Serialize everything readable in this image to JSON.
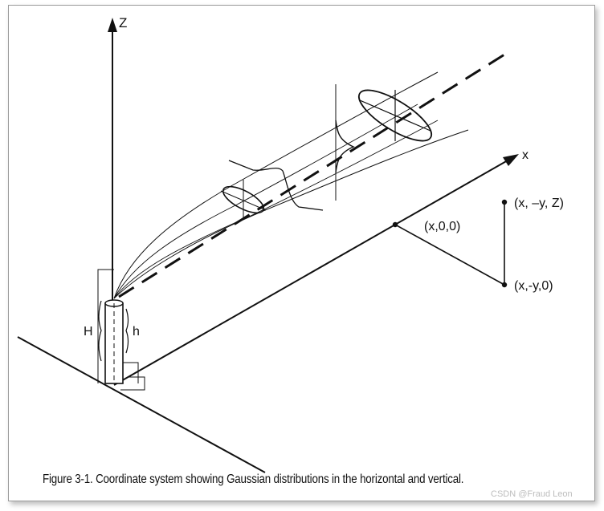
{
  "diagram": {
    "axis_z_label": "Z",
    "axis_x_label": "x",
    "point_origin_line": "(x,0,0)",
    "point_upper": "(x, –y, Z)",
    "point_lower": "(x,-y,0)",
    "stack_total_height_label": "H",
    "stack_height_label": "h"
  },
  "caption": "Figure 3-1.  Coordinate system showing Gaussian distributions in the horizontal and vertical.",
  "watermark": "CSDN @Fraud Leon"
}
